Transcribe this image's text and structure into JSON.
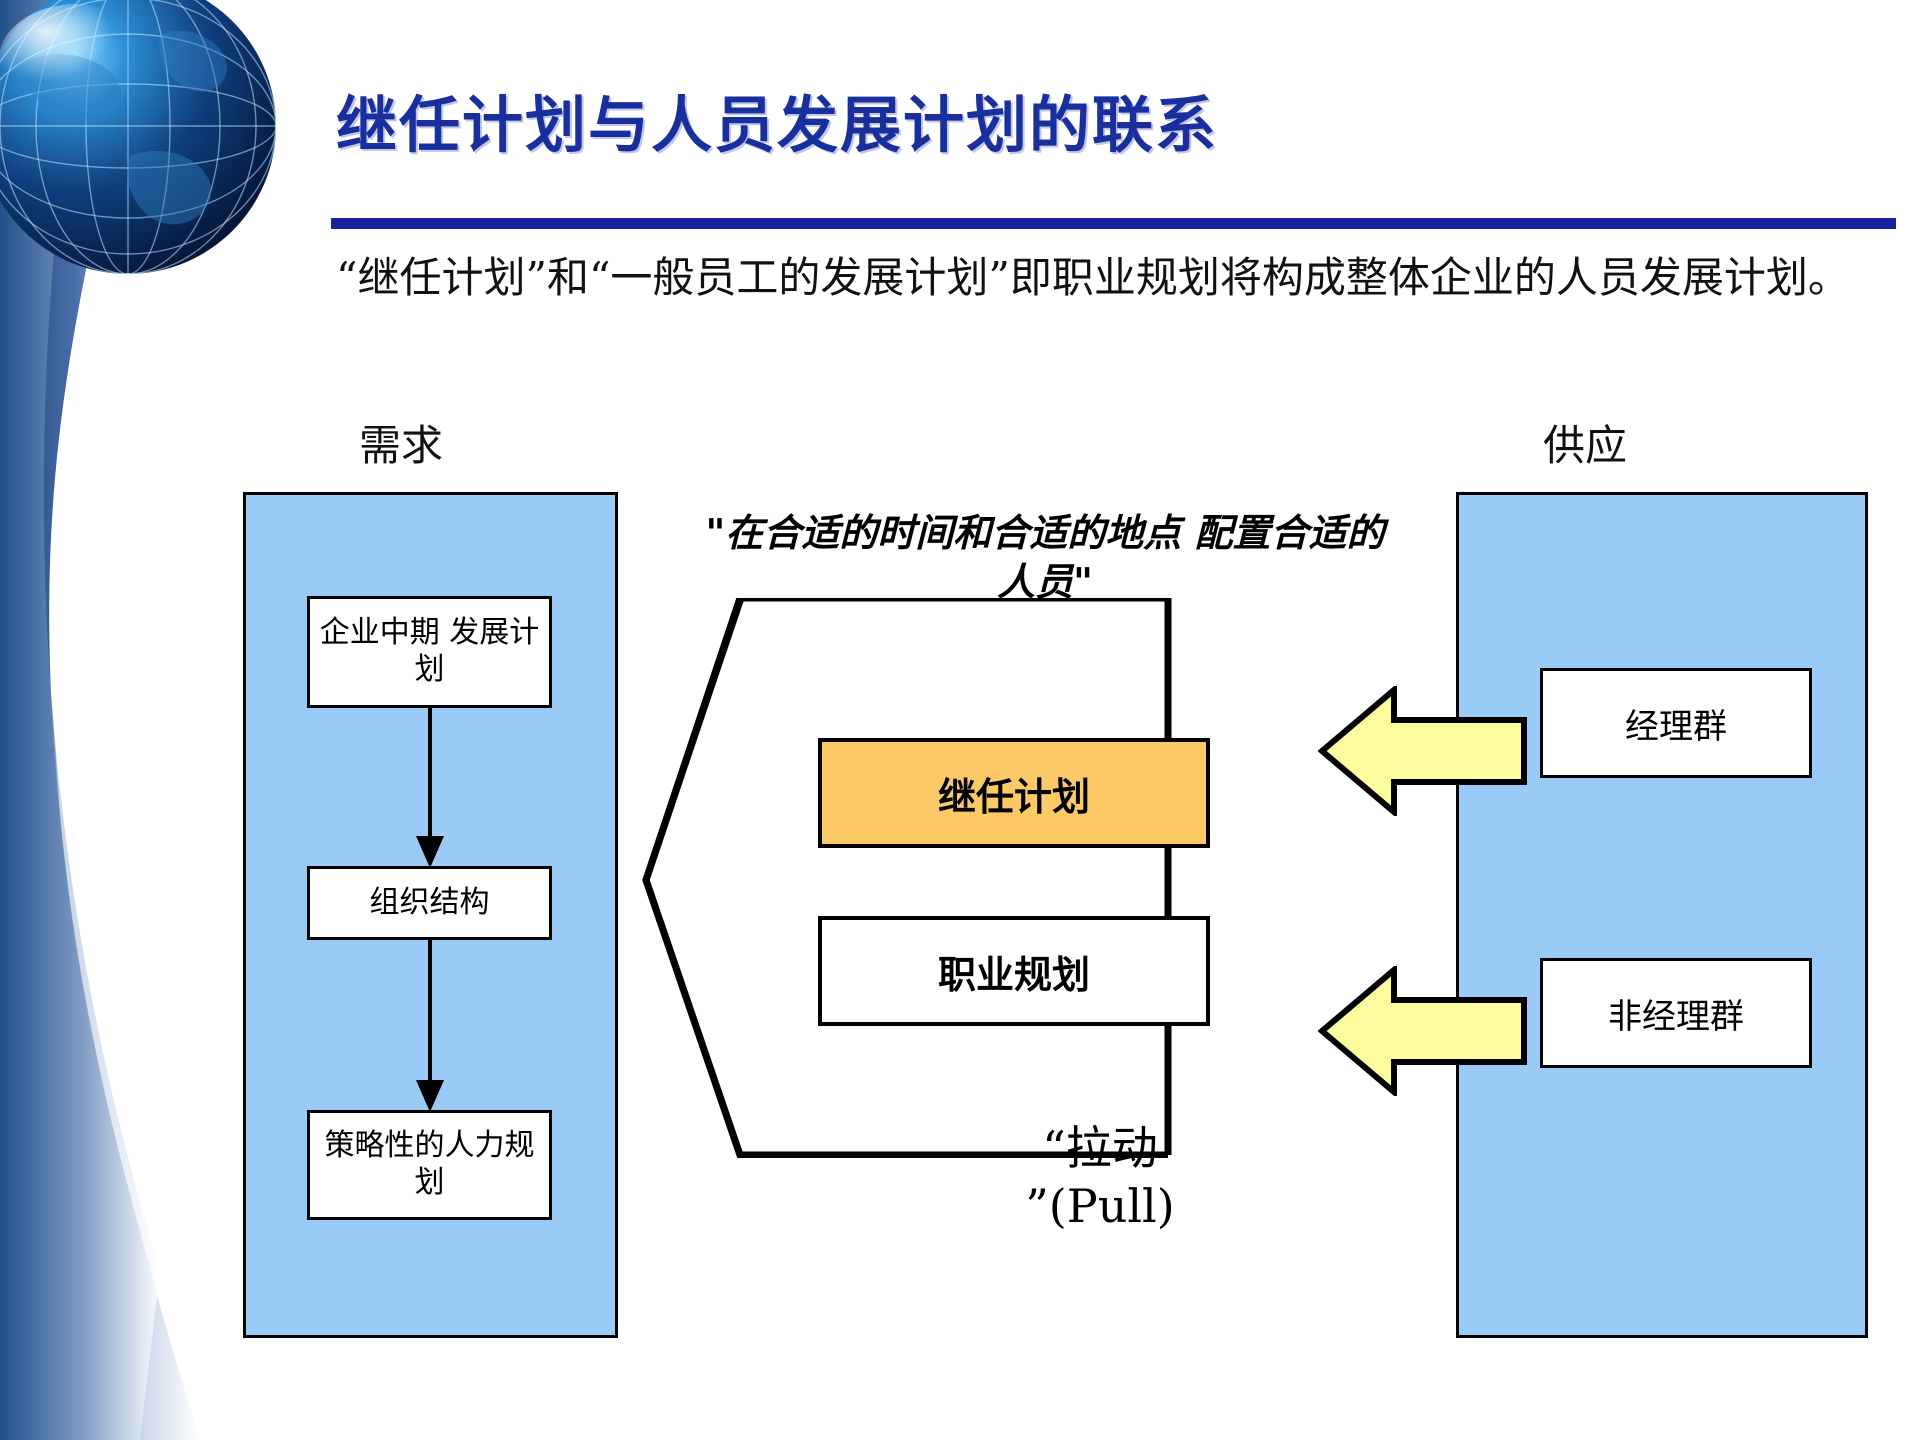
{
  "slide": {
    "title": "继任计划与人员发展计划的联系",
    "subtitle": "“继任计划”和“一般员工的发展计划”即职业规划将构成整体企业的人员发展计划。",
    "accent_color": "#1a1f9e",
    "title_color": "#1a2f9e"
  },
  "diagram": {
    "demand_caption": "需求",
    "supply_caption": "供应",
    "quote": "\"在合适的时间和合适的地点  配置合适的人员\"",
    "pull_label_line1": "“拉动",
    "pull_label_line2": "”(Pull)",
    "demand_boxes": [
      {
        "label": "企业中期 发展计划"
      },
      {
        "label": "组织结构"
      },
      {
        "label": "策略性的人力规划"
      }
    ],
    "center_boxes": [
      {
        "label": "继任计划",
        "fill": "#FCC967"
      },
      {
        "label": "职业规划",
        "fill": "#FFFFFF"
      }
    ],
    "supply_boxes": [
      {
        "label": "经理群"
      },
      {
        "label": "非经理群"
      }
    ],
    "colors": {
      "panel_blue": "#9ACBF7",
      "arrow_yellow": "#FCFC9E",
      "succession_orange": "#FCC967",
      "outline": "#000000"
    }
  }
}
